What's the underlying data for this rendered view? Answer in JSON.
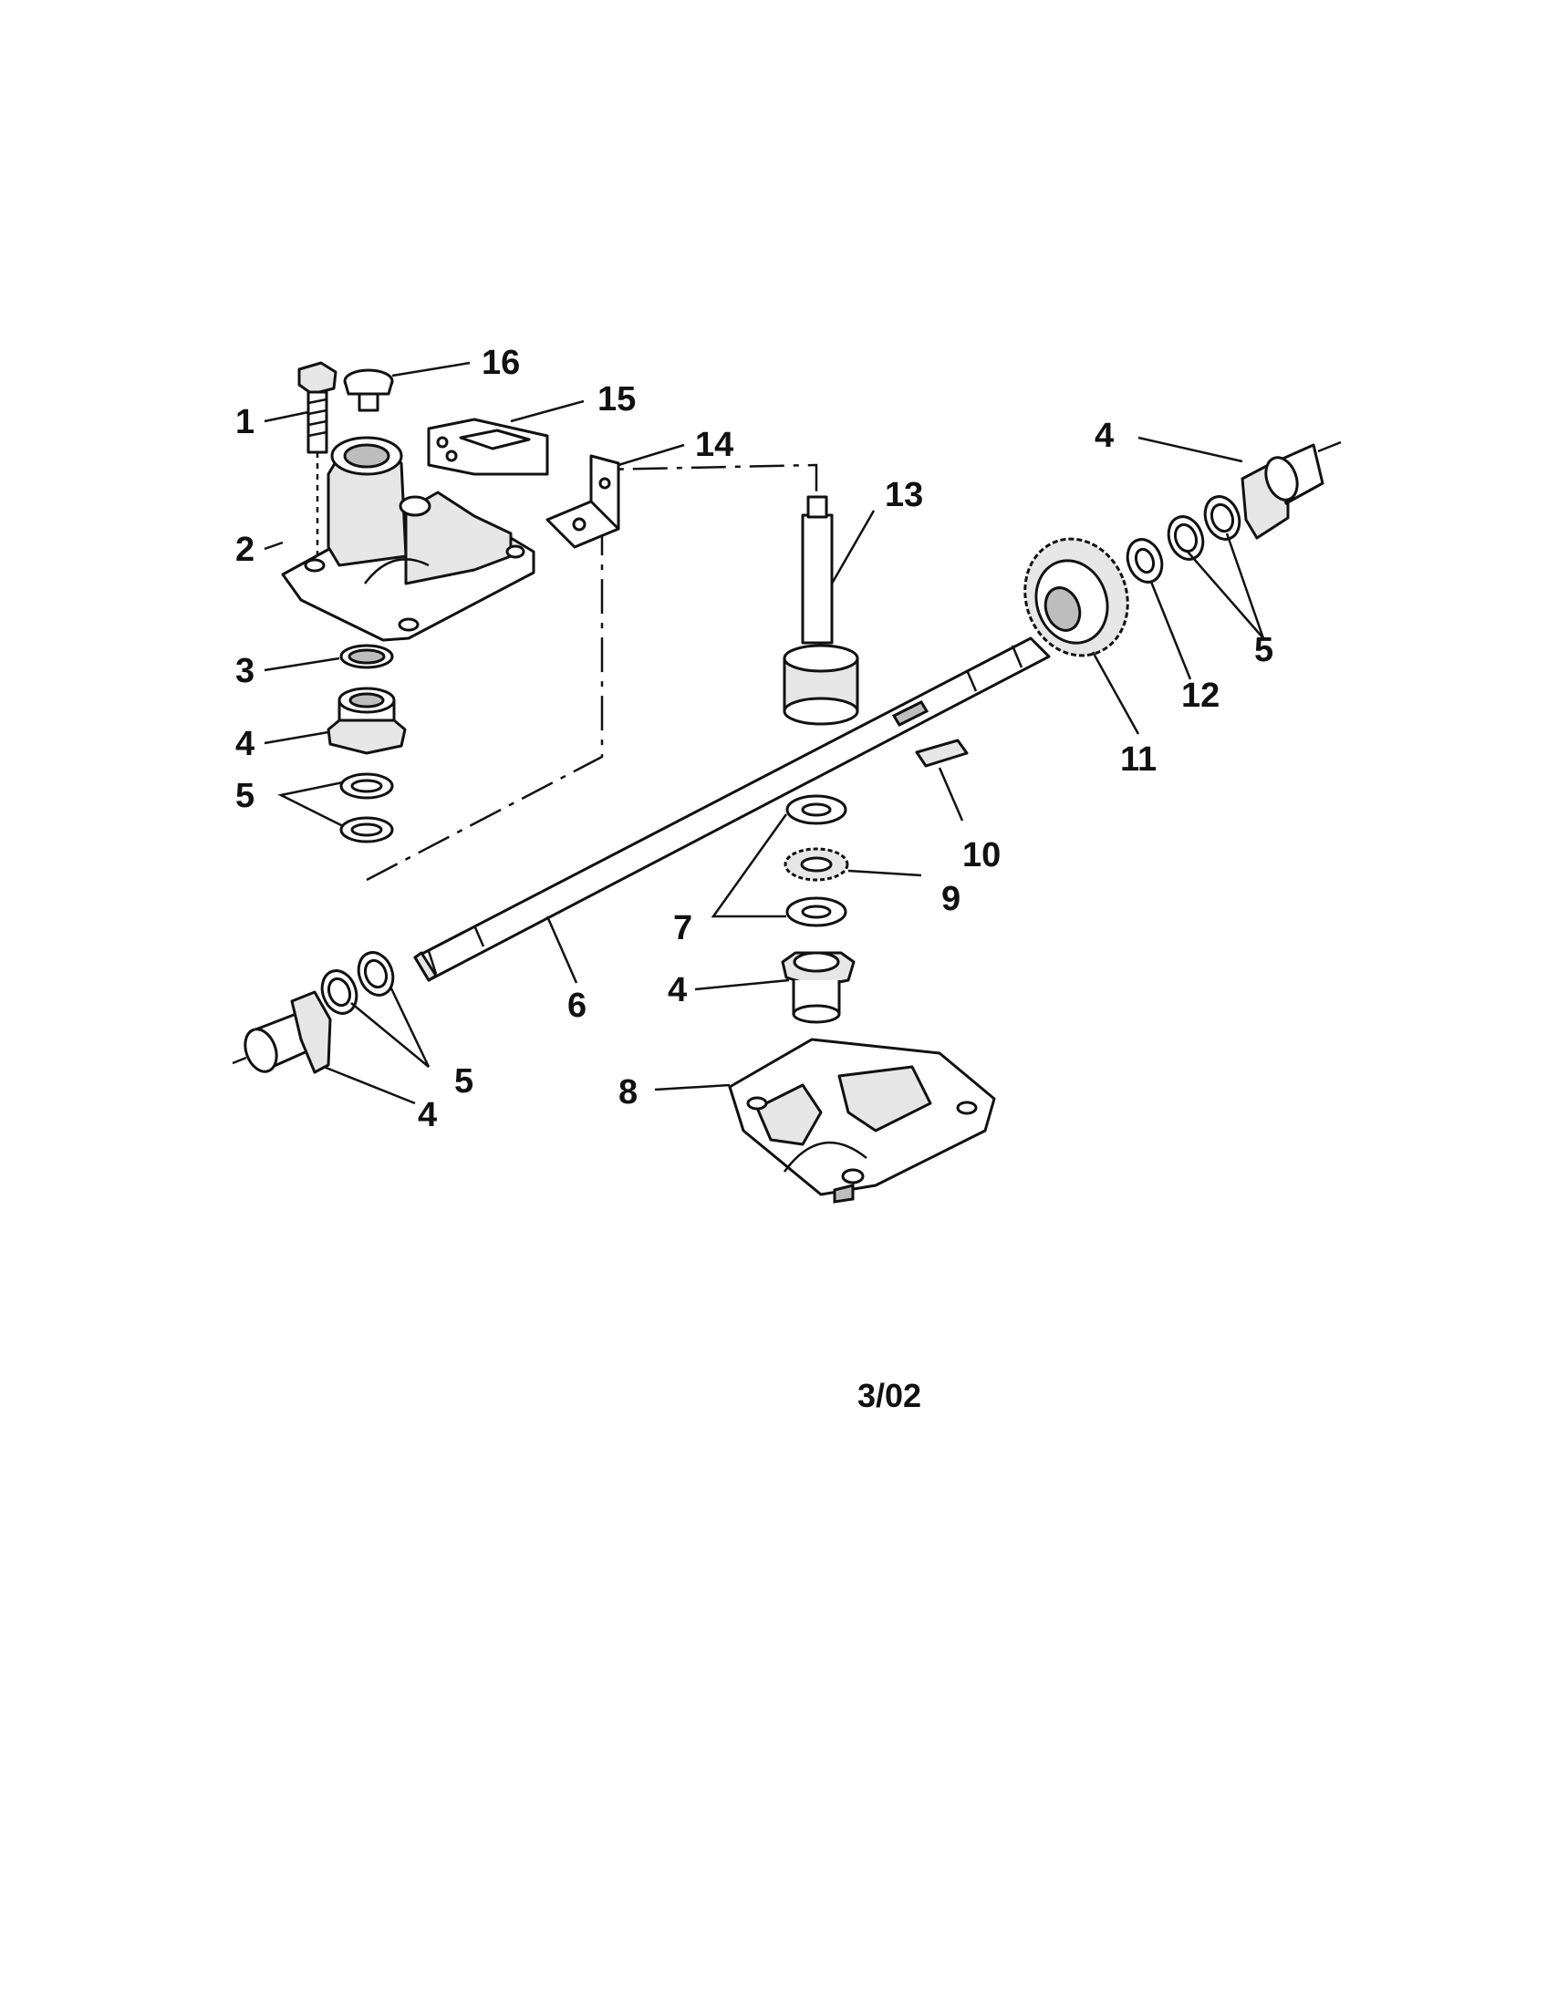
{
  "callouts": {
    "c1": "1",
    "c2": "2",
    "c3": "3",
    "c4_upper": "4",
    "c5_upper": "5",
    "c16": "16",
    "c15": "15",
    "c14": "14",
    "c13": "13",
    "c4_right": "4",
    "c5_right": "5",
    "c12": "12",
    "c11": "11",
    "c10": "10",
    "c9": "9",
    "c7": "7",
    "c4_lower": "4",
    "c8": "8",
    "c6": "6",
    "c5_left": "5",
    "c4_left": "4"
  },
  "footer": {
    "date": "3/02"
  }
}
